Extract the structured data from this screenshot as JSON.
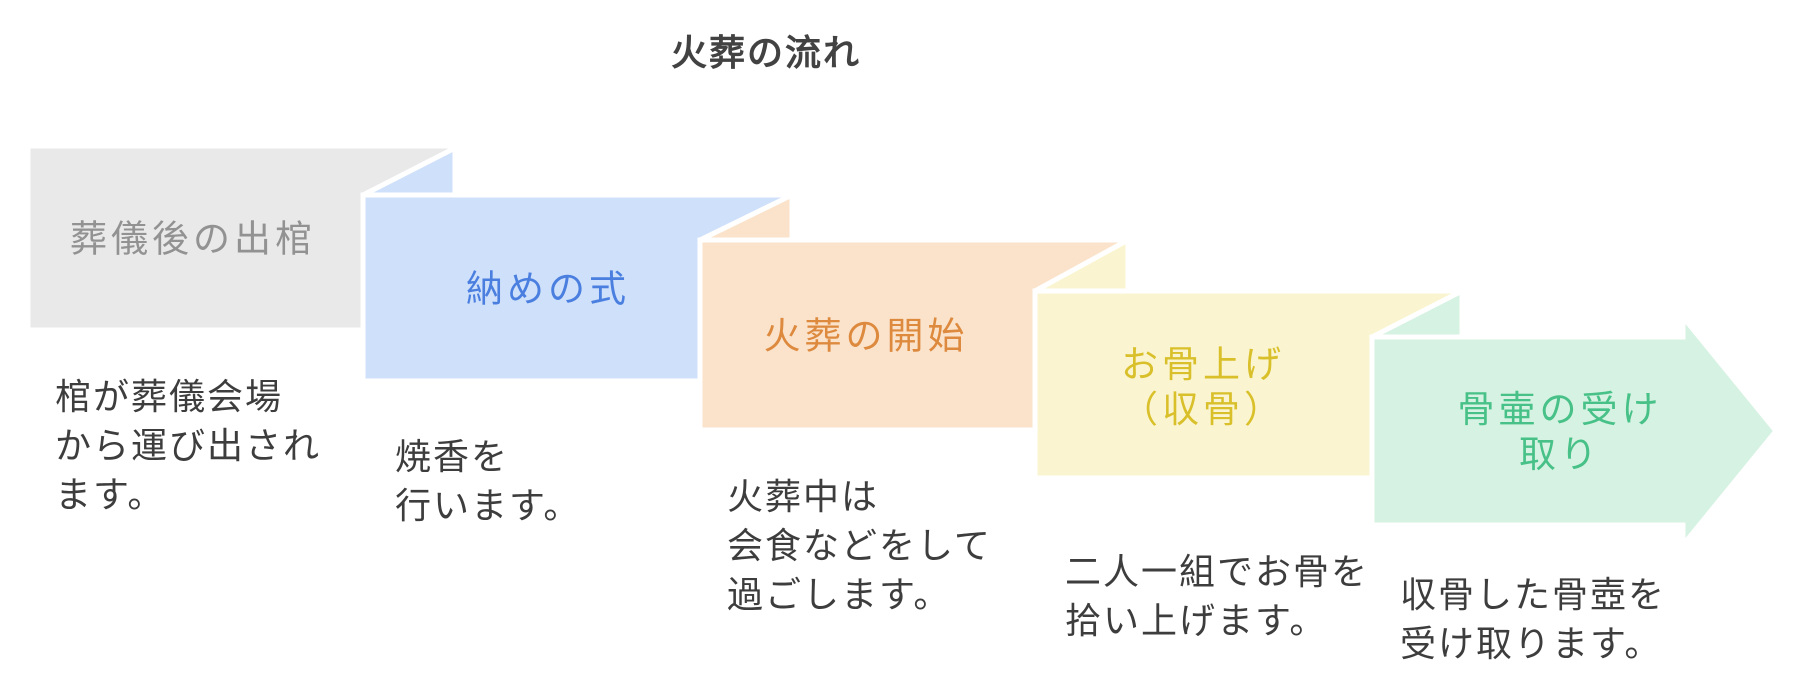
{
  "title": {
    "text": "火葬の流れ",
    "color": "#424242"
  },
  "description_color": "#3d3d3d",
  "steps": [
    {
      "label": "葬儀後の出棺",
      "description": "棺が葬儀会場\nから運び出され\nます。",
      "fill": "#e9e9e9",
      "label_color": "#929292"
    },
    {
      "label": "納めの式",
      "description": "焼香を\n行います。",
      "fill": "#cfe0fa",
      "label_color": "#4a7fe0"
    },
    {
      "label": "火葬の開始",
      "description": "火葬中は\n会食などをして\n過ごします。",
      "fill": "#fbe3cb",
      "label_color": "#dd8a3f"
    },
    {
      "label": "お骨上げ\n（収骨）",
      "description": "二人一組でお骨を\n拾い上げます。",
      "fill": "#faf5d0",
      "label_color": "#d9c02b"
    },
    {
      "label": "骨壷の受け取り",
      "description": "収骨した骨壺を\n受け取ります。",
      "fill": "#d6f2e2",
      "label_color": "#47c187"
    }
  ]
}
